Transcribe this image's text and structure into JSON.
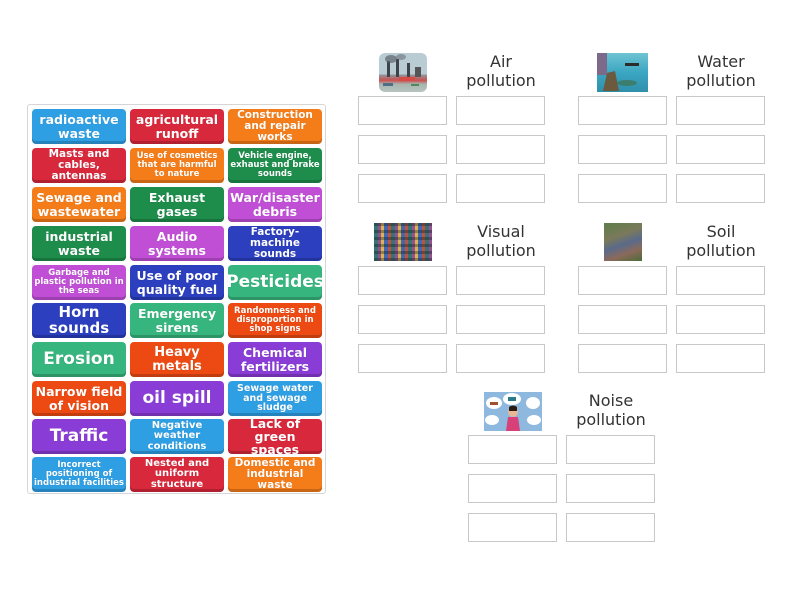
{
  "tiles": [
    {
      "label": "radioactive waste",
      "color": "#2f9fe3",
      "size": 12.5
    },
    {
      "label": "agricultural runoff",
      "color": "#d8283b",
      "size": 12.5
    },
    {
      "label": "Construction and repair works",
      "color": "#f47d1a",
      "size": 10.5
    },
    {
      "label": "Masts and cables, antennas",
      "color": "#d8283b",
      "size": 10.5
    },
    {
      "label": "Use of cosmetics that are harmful to nature",
      "color": "#f47d1a",
      "size": 8.5
    },
    {
      "label": "Vehicle engine, exhaust and brake sounds",
      "color": "#1e8d4b",
      "size": 8.5
    },
    {
      "label": "Sewage and wastewater",
      "color": "#f47d1a",
      "size": 12.5
    },
    {
      "label": "Exhaust gases",
      "color": "#1e8d4b",
      "size": 12.5
    },
    {
      "label": "War/disaster debris",
      "color": "#c14fd6",
      "size": 12.5
    },
    {
      "label": "industrial waste",
      "color": "#1e8d4b",
      "size": 12.5
    },
    {
      "label": "Audio systems",
      "color": "#c14fd6",
      "size": 12.5
    },
    {
      "label": "Factory-machine sounds",
      "color": "#2b3fbf",
      "size": 10.5
    },
    {
      "label": "Garbage and plastic pollution in the seas",
      "color": "#c14fd6",
      "size": 8.5
    },
    {
      "label": "Use of poor quality fuel",
      "color": "#2b3fbf",
      "size": 12.5
    },
    {
      "label": "Pesticides",
      "color": "#37b57e",
      "size": 17
    },
    {
      "label": "Horn sounds",
      "color": "#2b3fbf",
      "size": 15
    },
    {
      "label": "Emergency sirens",
      "color": "#37b57e",
      "size": 12.5
    },
    {
      "label": "Randomness and disproportion in shop signs",
      "color": "#ec4a12",
      "size": 8.5
    },
    {
      "label": "Erosion",
      "color": "#37b57e",
      "size": 17
    },
    {
      "label": "Heavy metals",
      "color": "#ec4a12",
      "size": 13
    },
    {
      "label": "Chemical fertilizers",
      "color": "#8a3cd6",
      "size": 12.5
    },
    {
      "label": "Narrow field of vision",
      "color": "#ec4a12",
      "size": 12.5
    },
    {
      "label": "oil spill",
      "color": "#8a3cd6",
      "size": 17
    },
    {
      "label": "Sewage water and sewage sludge",
      "color": "#2f9fe3",
      "size": 9.5
    },
    {
      "label": "Traffic",
      "color": "#8a3cd6",
      "size": 17
    },
    {
      "label": "Negative weather conditions",
      "color": "#2f9fe3",
      "size": 10
    },
    {
      "label": "Lack of green spaces",
      "color": "#d8283b",
      "size": 12.5
    },
    {
      "label": "Incorrect positioning of industrial facilities",
      "color": "#2f9fe3",
      "size": 8.5
    },
    {
      "label": "Nested and uniform structure",
      "color": "#d8283b",
      "size": 10
    },
    {
      "label": "Domestic and industrial waste",
      "color": "#f47d1a",
      "size": 10.5
    }
  ],
  "categories": [
    {
      "title_line1": "Air",
      "title_line2": "pollution",
      "image": "factory-smokestacks-image"
    },
    {
      "title_line1": "Water",
      "title_line2": "pollution",
      "image": "polluted-water-image"
    },
    {
      "title_line1": "Visual",
      "title_line2": "pollution",
      "image": "billboards-city-image"
    },
    {
      "title_line1": "Soil",
      "title_line2": "pollution",
      "image": "polluted-soil-image"
    },
    {
      "title_line1": "Noise",
      "title_line2": "pollution",
      "image": "noise-person-image"
    }
  ]
}
